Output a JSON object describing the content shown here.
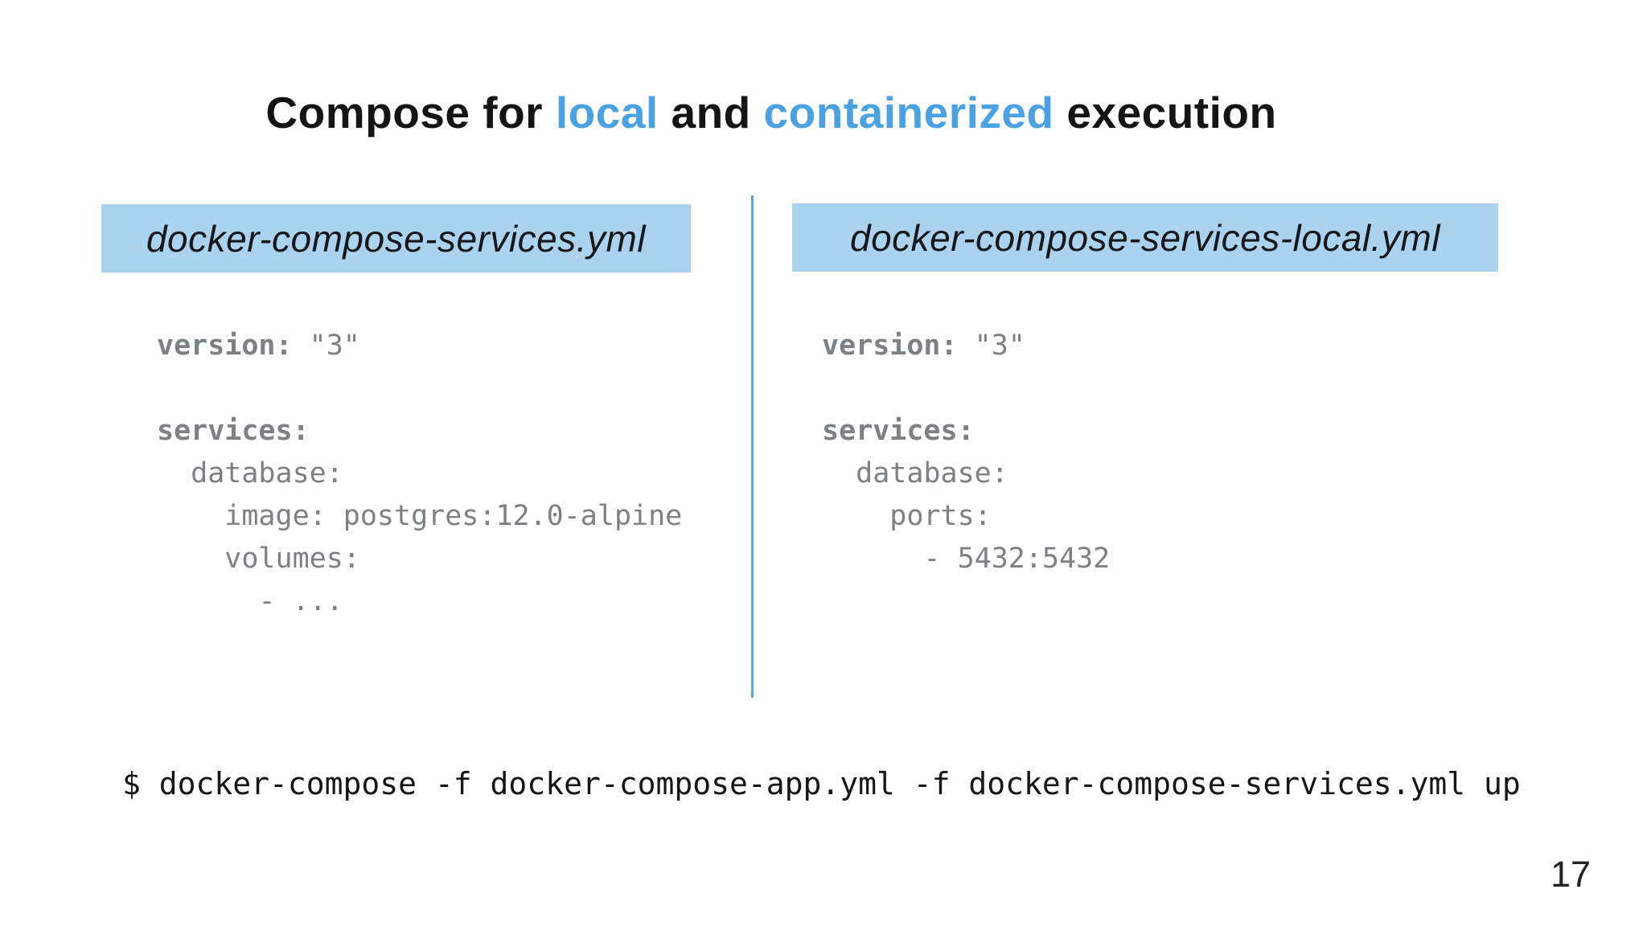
{
  "slide": {
    "colors": {
      "accent": "#4aa2e2",
      "highlight": "#abd3f0",
      "divider": "#55a8dc",
      "code_gray": "#7e8184"
    },
    "title": {
      "segments": [
        {
          "text": "Compose for ",
          "style": "dark"
        },
        {
          "text": "local",
          "style": "accent"
        },
        {
          "text": " and ",
          "style": "dark"
        },
        {
          "text": "containerized",
          "style": "accent"
        },
        {
          "text": " execution",
          "style": "dark"
        }
      ]
    },
    "left_panel": {
      "filename": "docker-compose-services.yml",
      "code": [
        [
          {
            "text": "version:",
            "bold": true
          },
          {
            "text": " \"3\"",
            "bold": false
          }
        ],
        [],
        [
          {
            "text": "services:",
            "bold": true
          }
        ],
        [
          {
            "text": "  database:",
            "bold": false
          }
        ],
        [
          {
            "text": "    image: postgres:12.0-alpine",
            "bold": false
          }
        ],
        [
          {
            "text": "    volumes:",
            "bold": false
          }
        ],
        [
          {
            "text": "      - ...",
            "bold": false
          }
        ]
      ]
    },
    "right_panel": {
      "filename": "docker-compose-services-local.yml",
      "code": [
        [
          {
            "text": "version:",
            "bold": true
          },
          {
            "text": " \"3\"",
            "bold": false
          }
        ],
        [],
        [
          {
            "text": "services:",
            "bold": true
          }
        ],
        [
          {
            "text": "  database:",
            "bold": false
          }
        ],
        [
          {
            "text": "    ports:",
            "bold": false
          }
        ],
        [
          {
            "text": "      - 5432:5432",
            "bold": false
          }
        ]
      ]
    },
    "command": "$ docker-compose -f docker-compose-app.yml -f docker-compose-services.yml up",
    "page_number": "17"
  }
}
